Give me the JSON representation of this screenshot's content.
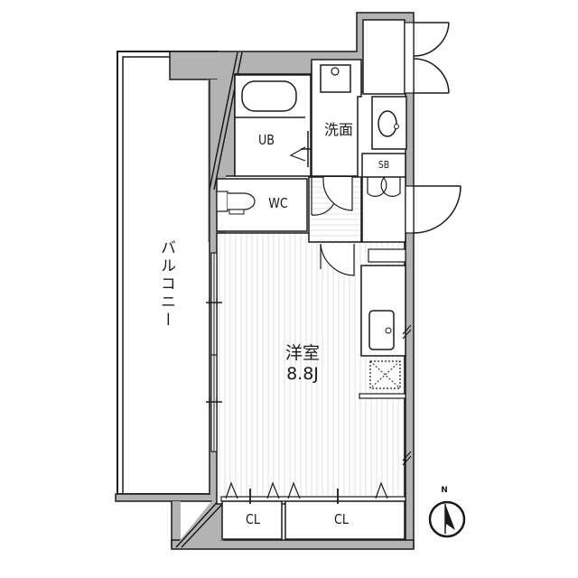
{
  "floor_plan": {
    "rooms": [
      {
        "id": "western-room",
        "name": "洋室",
        "size": "8.8J"
      },
      {
        "id": "unit-bath",
        "name": "UB"
      },
      {
        "id": "washroom",
        "name": "洗面"
      },
      {
        "id": "toilet",
        "name": "WC"
      },
      {
        "id": "shoe-box",
        "name": "SB"
      },
      {
        "id": "closet-left",
        "name": "CL"
      },
      {
        "id": "closet-right",
        "name": "CL"
      },
      {
        "id": "balcony",
        "name": "バルコニー"
      }
    ],
    "compass": {
      "label": "N"
    },
    "colors": {
      "wall_fill": "#b3b3b3",
      "line": "#1a1a1a",
      "floor_stripe": "#e2e2e2",
      "background": "#ffffff"
    }
  }
}
